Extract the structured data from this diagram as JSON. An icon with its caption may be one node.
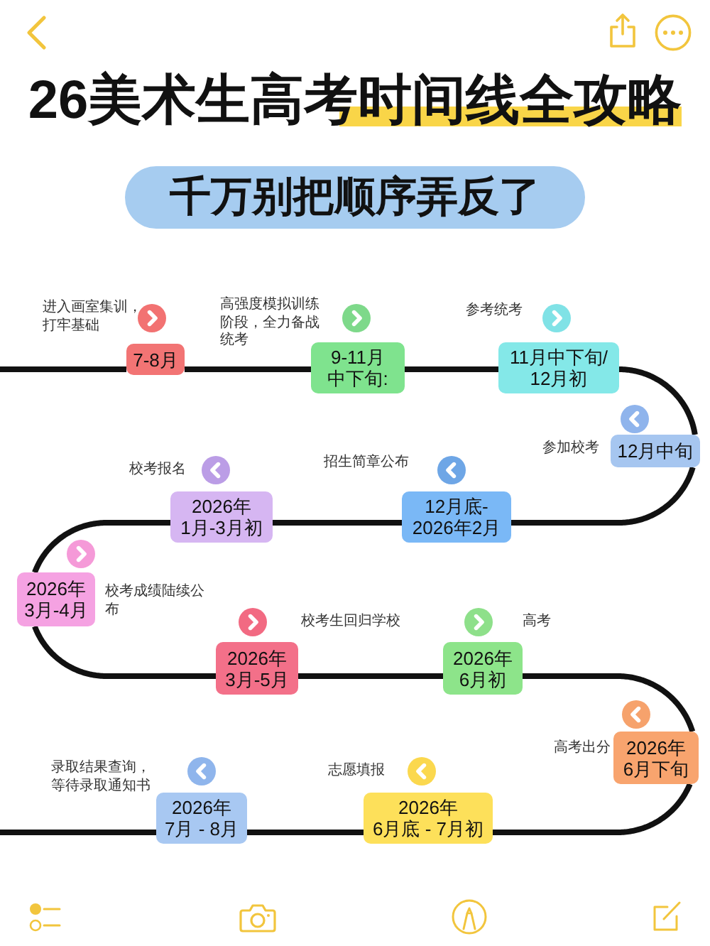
{
  "diagram": {
    "title": "26美术生高考时间线全攻略",
    "nodes": [
      {
        "text": [
          "千万别把顺序弄反了"
        ]
      },
      {
        "text": [
          "7-8月"
        ],
        "beside": [
          "进入画室集训，打牢基础"
        ]
      },
      {
        "text": [
          "9-11月中下旬:"
        ],
        "beside": [
          "高强度模拟训练阶段，全力备战统考"
        ]
      },
      {
        "text": [
          "11月中下旬/12月初"
        ],
        "beside": [
          "参考统考"
        ]
      },
      {
        "text": [
          "12月中旬"
        ],
        "beside": [
          "参加校考"
        ]
      },
      {
        "text": [
          "12月底-2026年2月"
        ],
        "beside": [
          "招生简章公布"
        ]
      },
      {
        "text": [
          "2026年1月-3月初"
        ],
        "beside": [
          "校考报名"
        ]
      },
      {
        "text": [
          "2026年3月-4月"
        ],
        "beside": [
          "校考成绩陆续公布"
        ]
      },
      {
        "text": [
          "2026年3月-5月"
        ],
        "beside": [
          "校考生回归学校"
        ]
      },
      {
        "text": [
          "2026年6月初"
        ],
        "beside": [
          "高考"
        ]
      },
      {
        "text": [
          "2026年6月下旬"
        ],
        "beside": [
          "高考出分"
        ]
      },
      {
        "text": [
          "2026年6月底 - 7月初"
        ],
        "beside": [
          "志愿填报"
        ]
      },
      {
        "text": [
          "2026年7月 - 8月"
        ],
        "beside": [
          "录取结果查询，等待录取通知书"
        ]
      }
    ],
    "edges": [
      {
        "from": null,
        "to": 1,
        "arrow": "none"
      },
      {
        "from": 1,
        "to": 2,
        "arrow": "none"
      },
      {
        "from": 2,
        "to": 3,
        "arrow": "none"
      },
      {
        "from": 3,
        "to": 4,
        "arrow": "none"
      },
      {
        "from": 4,
        "to": 5,
        "arrow": "none"
      },
      {
        "from": 5,
        "to": 6,
        "arrow": "none"
      },
      {
        "from": 6,
        "to": 7,
        "arrow": "none"
      },
      {
        "from": 7,
        "to": 8,
        "arrow": "none"
      },
      {
        "from": 8,
        "to": 9,
        "arrow": "none"
      },
      {
        "from": 9,
        "to": 10,
        "arrow": "none"
      },
      {
        "from": 10,
        "to": 11,
        "arrow": "none"
      },
      {
        "from": 11,
        "to": 12,
        "arrow": "none"
      },
      {
        "from": 12,
        "to": null,
        "arrow": "none"
      }
    ]
  }
}
